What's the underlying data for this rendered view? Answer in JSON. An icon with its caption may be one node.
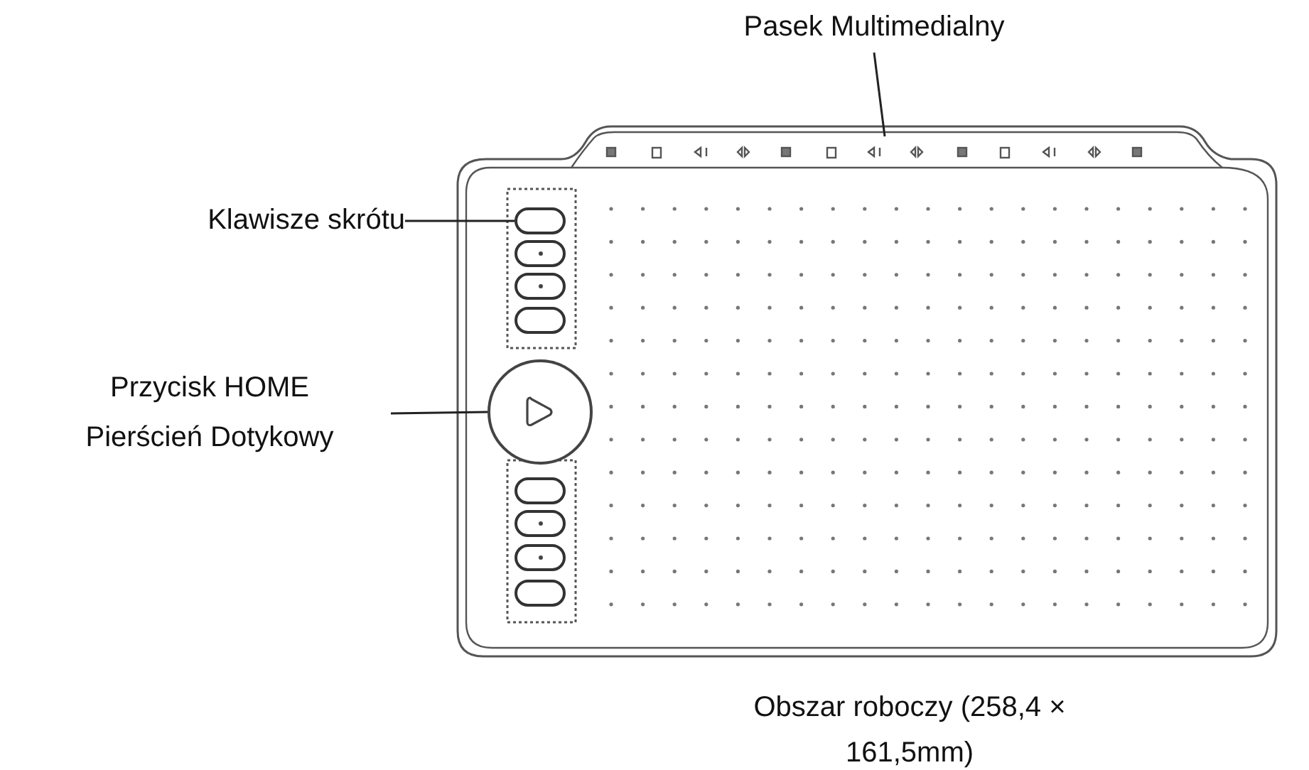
{
  "diagram": {
    "nodes": [
      {
        "text": [
          "Pasek Multimedialny"
        ]
      },
      {
        "text": [],
        "shape": "bar"
      },
      {
        "text": [
          "Klawisze skrótu"
        ]
      },
      {
        "text": [],
        "shape": "box"
      },
      {
        "text": [
          "Przycisk HOME",
          "Pierścień Dotykowy"
        ]
      },
      {
        "text": [],
        "shape": "circle"
      }
    ],
    "edges": [
      {
        "from": 0,
        "to": 1,
        "arrow": "none"
      },
      {
        "from": 2,
        "to": 3,
        "arrow": "none"
      },
      {
        "from": 4,
        "to": 5,
        "arrow": "none"
      }
    ],
    "labels": [
      "Obszar roboczy (258,4 × 161,5mm)"
    ]
  }
}
